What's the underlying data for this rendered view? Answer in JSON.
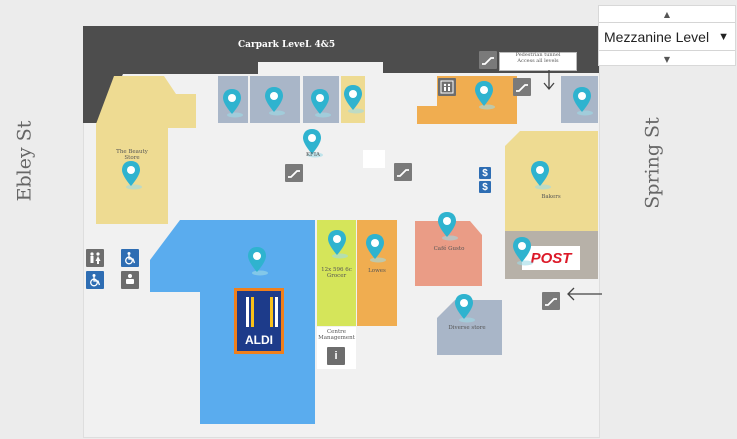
{
  "map": {
    "carpark_label": "Carpark LeveL 4&5",
    "streets": {
      "left": "Ebley St",
      "right": "Spring St"
    },
    "legend": {
      "line1": "Pedestrian tunnel",
      "line2": "Access all levels"
    },
    "stores": {
      "the_beauty_store": "The Beauty Store",
      "kfia": "KFIA",
      "cafe_gusto": "Café Gusto",
      "twelve_96": "12x 596 6c Grocer",
      "lowes": "Lowes",
      "centre_management": "Centre Management",
      "diverse_store": "Diverse store",
      "bakers": "Bakers",
      "aldi": "ALDI",
      "post": "POST"
    }
  },
  "level_selector": {
    "up_arrow": "▲",
    "down_arrow": "▼",
    "dropdown_caret": "▼",
    "selected": "Mezzanine Level"
  },
  "icons": [
    "escalator-icon",
    "elevator-icon",
    "atm-icon",
    "toilet-icon",
    "accessible-toilet-icon",
    "parents-room-icon",
    "info-icon",
    "map-pin-icon",
    "arrow-icon"
  ],
  "colors": {
    "carpark": "#4d4d4d",
    "tan_store": "#eedb92",
    "gray_blue_store": "#a9b6c8",
    "orange_store": "#f0ad50",
    "aldi_blue": "#5aacee",
    "lime_store": "#d5e55a",
    "salmon_store": "#ea9c86",
    "post_gray": "#b7b1a8",
    "pin": "#2fb3cf"
  }
}
